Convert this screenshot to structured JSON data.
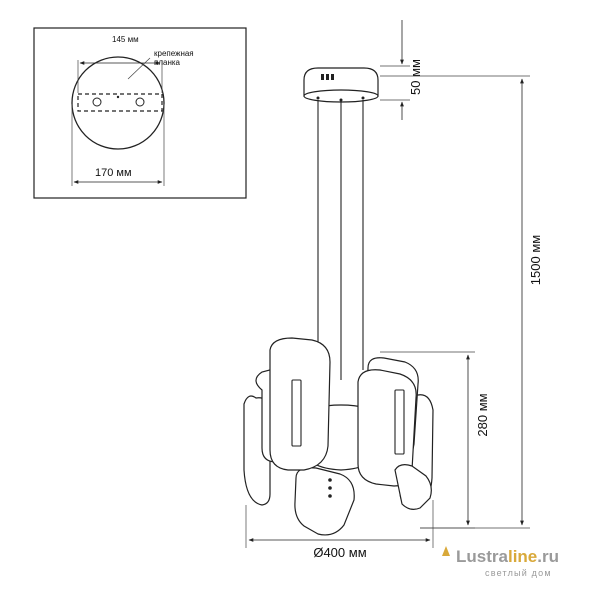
{
  "inset": {
    "width_label": "145 мм",
    "plate_label_line1": "крепежная",
    "plate_label_line2": "планка",
    "diameter_label": "170 мм"
  },
  "dimensions": {
    "canopy_height": "50 мм",
    "total_height": "1500 мм",
    "body_height": "280 мм",
    "body_diameter": "Ø400 мм"
  },
  "logo": {
    "part1": "Lustra",
    "part2": "line",
    "part3": ".ru",
    "tagline": "светлый дом"
  }
}
